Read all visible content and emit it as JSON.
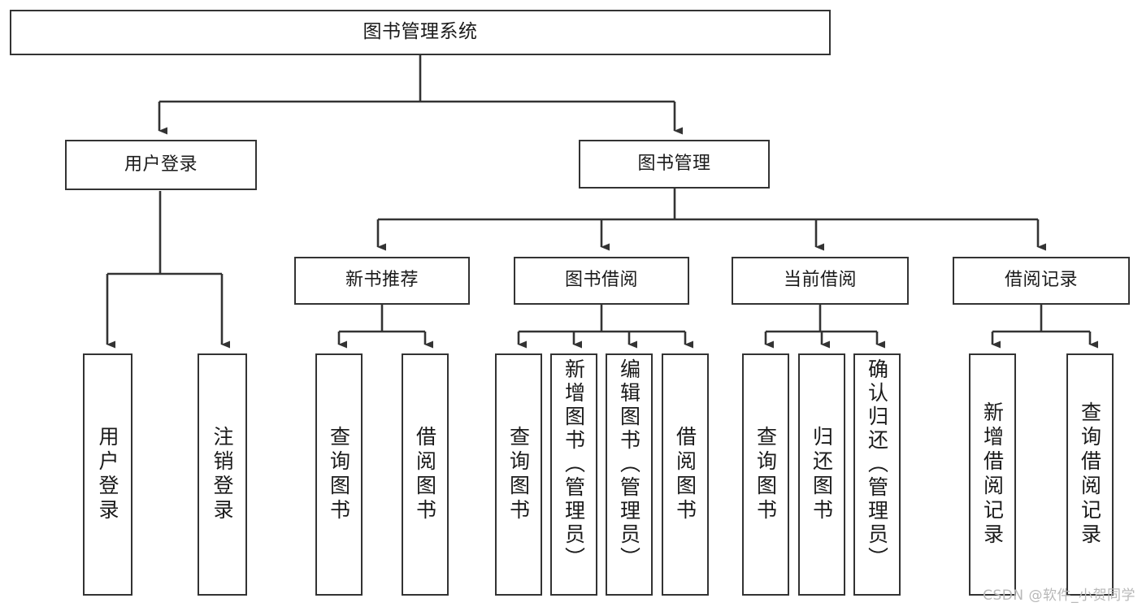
{
  "diagram": {
    "title": "图书管理系统",
    "type": "tree-hierarchy",
    "watermark": "CSDN @软件_小贺同学",
    "colors": {
      "background": "#ffffff",
      "border": "#333333",
      "text": "#1a1a1a",
      "connector": "#333333",
      "watermark": "#b8b8b8"
    },
    "levels": {
      "root": [
        "图书管理系统"
      ],
      "level2": [
        "用户登录",
        "图书管理"
      ],
      "level3": [
        "新书推荐",
        "图书借阅",
        "当前借阅",
        "借阅记录"
      ],
      "leaves": [
        "用户登录",
        "注销登录",
        "查询图书",
        "借阅图书",
        "查询图书",
        "新增图书（管理员）",
        "编辑图书（管理员）",
        "借阅图书",
        "查询图书",
        "归还图书",
        "确认归还（管理员）",
        "新增借阅记录",
        "查询借阅记录"
      ]
    },
    "nodes": {
      "root": {
        "label": "图书管理系统"
      },
      "user_login": {
        "label": "用户登录"
      },
      "book_mgmt": {
        "label": "图书管理"
      },
      "new_book_rec": {
        "label": "新书推荐"
      },
      "book_borrow": {
        "label": "图书借阅"
      },
      "current_borrow": {
        "label": "当前借阅"
      },
      "borrow_record": {
        "label": "借阅记录"
      },
      "leaf_user_login": {
        "label": "用户登录"
      },
      "leaf_logout": {
        "label": "注销登录"
      },
      "leaf_query_book_1": {
        "label": "查询图书"
      },
      "leaf_borrow_book_1": {
        "label": "借阅图书"
      },
      "leaf_query_book_2": {
        "label": "查询图书"
      },
      "leaf_add_book": {
        "label": "新增图书（管理员）"
      },
      "leaf_edit_book": {
        "label": "编辑图书（管理员）"
      },
      "leaf_borrow_book_2": {
        "label": "借阅图书"
      },
      "leaf_query_book_3": {
        "label": "查询图书"
      },
      "leaf_return_book": {
        "label": "归还图书"
      },
      "leaf_confirm_return": {
        "label": "确认归还（管理员）"
      },
      "leaf_add_record": {
        "label": "新增借阅记录"
      },
      "leaf_query_record": {
        "label": "查询借阅记录"
      }
    },
    "edges": [
      {
        "from": "root",
        "to": "user_login"
      },
      {
        "from": "root",
        "to": "book_mgmt"
      },
      {
        "from": "user_login",
        "to": "leaf_user_login"
      },
      {
        "from": "user_login",
        "to": "leaf_logout"
      },
      {
        "from": "book_mgmt",
        "to": "new_book_rec"
      },
      {
        "from": "book_mgmt",
        "to": "book_borrow"
      },
      {
        "from": "book_mgmt",
        "to": "current_borrow"
      },
      {
        "from": "book_mgmt",
        "to": "borrow_record"
      },
      {
        "from": "new_book_rec",
        "to": "leaf_query_book_1"
      },
      {
        "from": "new_book_rec",
        "to": "leaf_borrow_book_1"
      },
      {
        "from": "book_borrow",
        "to": "leaf_query_book_2"
      },
      {
        "from": "book_borrow",
        "to": "leaf_add_book"
      },
      {
        "from": "book_borrow",
        "to": "leaf_edit_book"
      },
      {
        "from": "book_borrow",
        "to": "leaf_borrow_book_2"
      },
      {
        "from": "current_borrow",
        "to": "leaf_query_book_3"
      },
      {
        "from": "current_borrow",
        "to": "leaf_return_book"
      },
      {
        "from": "current_borrow",
        "to": "leaf_confirm_return"
      },
      {
        "from": "borrow_record",
        "to": "leaf_add_record"
      },
      {
        "from": "borrow_record",
        "to": "leaf_query_record"
      }
    ]
  }
}
